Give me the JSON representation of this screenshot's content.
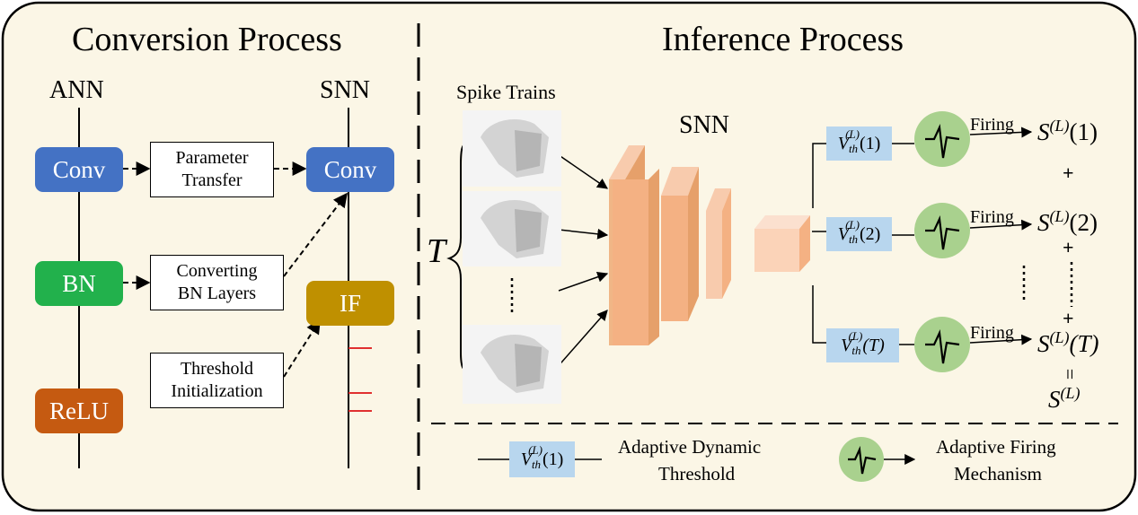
{
  "left_panel": {
    "title": "Conversion Process",
    "ann_label": "ANN",
    "snn_label": "SNN",
    "ann_blocks": [
      "Conv",
      "BN",
      "ReLU"
    ],
    "snn_blocks": [
      "Conv",
      "IF"
    ],
    "steps": [
      {
        "line1": "Parameter",
        "line2": "Transfer"
      },
      {
        "line1": "Converting",
        "line2": "BN Layers"
      },
      {
        "line1": "Threshold",
        "line2": "Initialization"
      }
    ]
  },
  "right_panel": {
    "title": "Inference Process",
    "input_label": "Spike Trains",
    "time_symbol": "T",
    "network_label": "SNN",
    "dots": "⋮",
    "threshold": {
      "v": "V",
      "th": "th",
      "layer": "(L)",
      "args": [
        "(1)",
        "(2)",
        "(T)"
      ]
    },
    "firing_label": "Firing",
    "outputs": {
      "s": "S",
      "layer": "(L)",
      "args": [
        "(1)",
        "(2)",
        "(T)"
      ]
    },
    "plus": "+",
    "equals": "="
  },
  "legend": {
    "threshold_arg": "(1)",
    "threshold_desc_1": "Adaptive Dynamic",
    "threshold_desc_2": "Threshold",
    "firing_desc_1": "Adaptive Firing",
    "firing_desc_2": "Mechanism"
  },
  "colors": {
    "panel_bg": "#fbf6e6",
    "conv": "#4472c4",
    "bn": "#22b14c",
    "relu": "#c55a11",
    "if": "#bf9000",
    "threshold": "#b8d6ee",
    "neuron": "#a9d18e",
    "spike_mark": "#e03030",
    "feature_map": "#f4b183"
  }
}
